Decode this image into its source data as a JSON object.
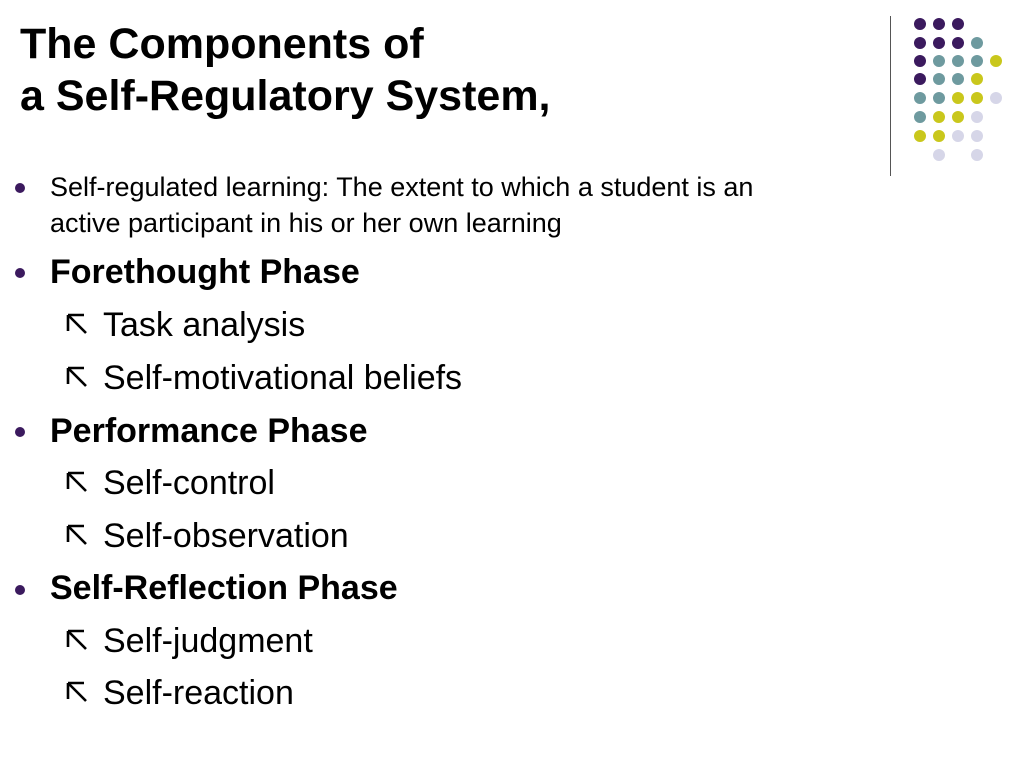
{
  "slide": {
    "title_line1": "The Components of",
    "title_line2": "a Self-Regulatory System,",
    "intro": {
      "line1": "Self-regulated learning: The extent to which a student is an",
      "line2": "active participant in his or her own learning"
    },
    "phases": [
      {
        "label": "Forethought Phase",
        "items": [
          "Task analysis",
          "Self-motivational beliefs"
        ]
      },
      {
        "label": "Performance Phase",
        "items": [
          "Self-control",
          "Self-observation"
        ]
      },
      {
        "label": "Self-Reflection Phase",
        "items": [
          "Self-judgment",
          "Self-reaction"
        ]
      }
    ]
  },
  "colors": {
    "bullet": "#3b1a5e",
    "purple": "#3b1a5e",
    "teal": "#6e9a9f",
    "yellow": "#c9c71c",
    "lavender": "#d6d6e8"
  },
  "icons": {
    "level1_bullet": "round-bullet-icon",
    "level2_bullet": "arrow-up-left-icon",
    "decoration": "dot-grid-decoration"
  }
}
